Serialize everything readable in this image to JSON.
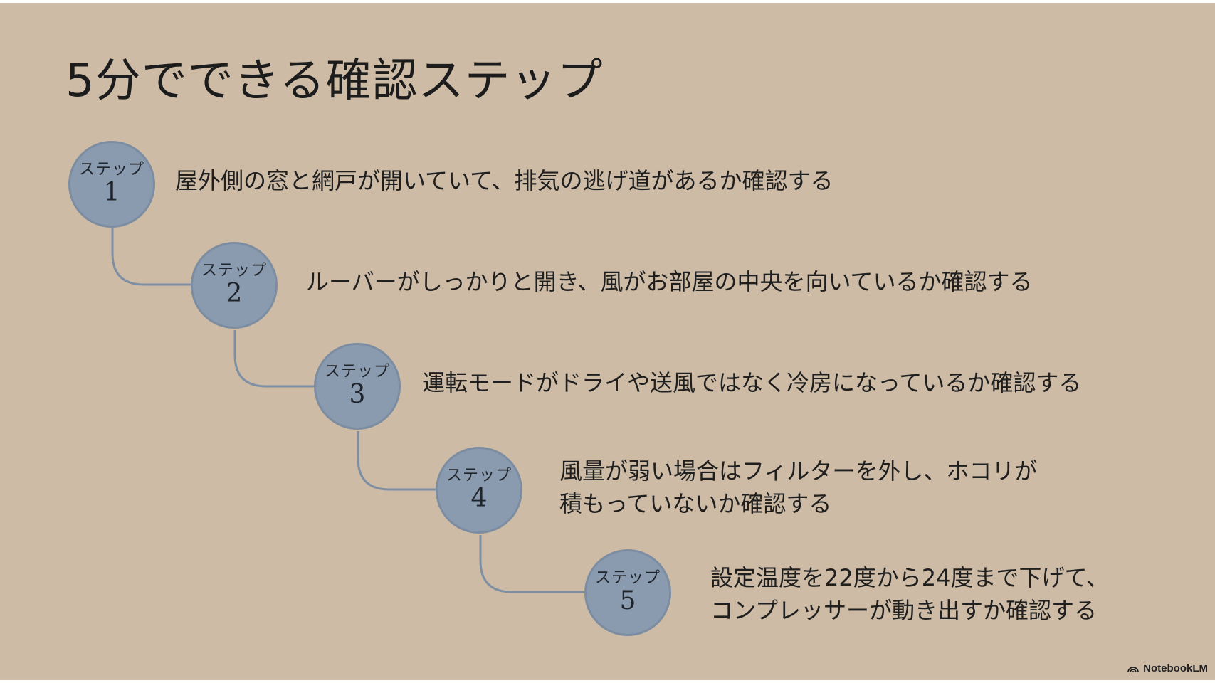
{
  "slide": {
    "title": "5分でできる確認ステップ",
    "steps": [
      {
        "label": "ステップ",
        "number": "1",
        "lines": [
          "屋外側の窓と網戸が開いていて、排気の逃げ道があるか確認する"
        ]
      },
      {
        "label": "ステップ",
        "number": "2",
        "lines": [
          "ルーバーがしっかりと開き、風がお部屋の中央を向いているか確認する"
        ]
      },
      {
        "label": "ステップ",
        "number": "3",
        "lines": [
          "運転モードがドライや送風ではなく冷房になっているか確認する"
        ]
      },
      {
        "label": "ステップ",
        "number": "4",
        "lines": [
          "風量が弱い場合はフィルターを外し、ホコリが",
          "積もっていないか確認する"
        ]
      },
      {
        "label": "ステップ",
        "number": "5",
        "lines": [
          "設定温度を22度から24度まで下げて、",
          "コンプレッサーが動き出すか確認する"
        ]
      }
    ],
    "brand": "NotebookLM",
    "colors": {
      "background": "#cdbba5",
      "circle": "#8a9bb0",
      "connector": "#7f8fa3",
      "text": "#1f1f1f"
    }
  }
}
